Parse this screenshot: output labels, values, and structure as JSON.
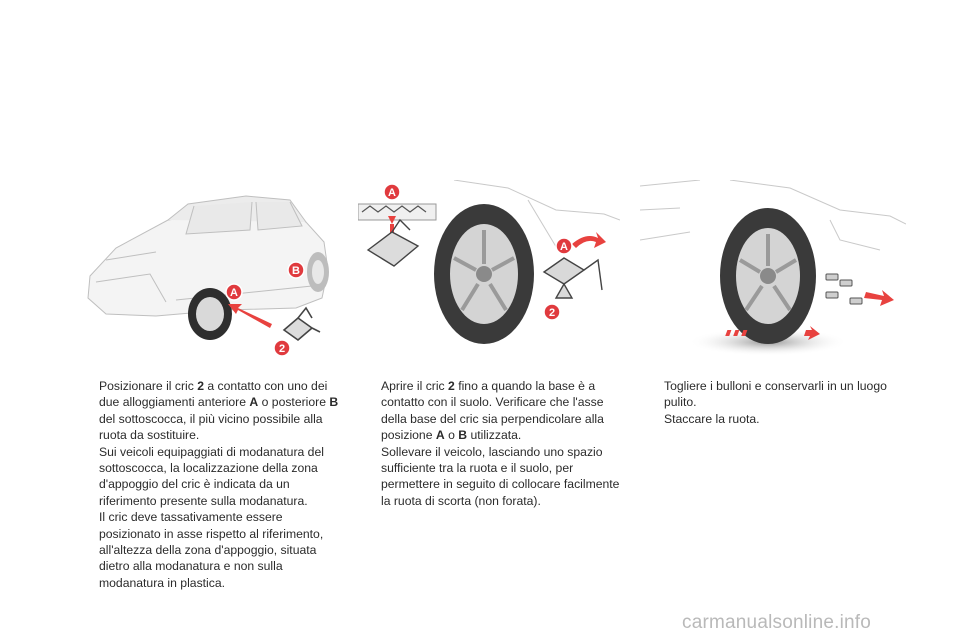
{
  "figures": {
    "fig1_labels": {
      "a": "A",
      "b": "B",
      "two": "2"
    },
    "fig2_labels": {
      "a_top": "A",
      "a_side": "A",
      "two": "2"
    }
  },
  "col1": {
    "bullet": "",
    "p1": "Posizionare il cric ",
    "p1_b": "2",
    "p2": " a contatto con uno dei due alloggiamenti anteriore ",
    "p2_b": "A",
    "p3": " o posteriore ",
    "p3_b": "B",
    "p4": " del sottoscocca, il più vicino possibile alla ruota da sostituire.",
    "p5": "Sui veicoli equipaggiati di modanatura del sottoscocca, la localizzazione della zona d'appoggio del cric è indicata da un riferimento presente sulla modanatura.",
    "p6": "Il cric deve tassativamente essere posizionato in asse rispetto al riferimento, all'altezza della zona d'appoggio, situata dietro alla modanatura e non sulla modanatura in plastica."
  },
  "col2": {
    "bullet1": "",
    "a1": "Aprire il cric ",
    "a1_b": "2",
    "a2": " fino a quando la base è a contatto con il suolo. Verificare che l'asse della base del cric sia perpendicolare alla posizione ",
    "a2_b1": "A",
    "a3": " o ",
    "a3_b2": "B",
    "a4": " utilizzata.",
    "bullet2": "",
    "b1": "Sollevare il veicolo, lasciando uno spazio sufficiente tra la ruota e il suolo, per permettere in seguito di collocare facilmente la ruota di scorta (non forata)."
  },
  "col3": {
    "bullet1": "",
    "t1": "Togliere i bulloni e conservarli in un luogo pulito.",
    "bullet2": "",
    "t2": "Staccare la ruota."
  },
  "watermark": "carmanualsonline.info",
  "colors": {
    "badge": "#e03a3e",
    "arrow": "#e8423f",
    "line": "#c9c9c9"
  }
}
